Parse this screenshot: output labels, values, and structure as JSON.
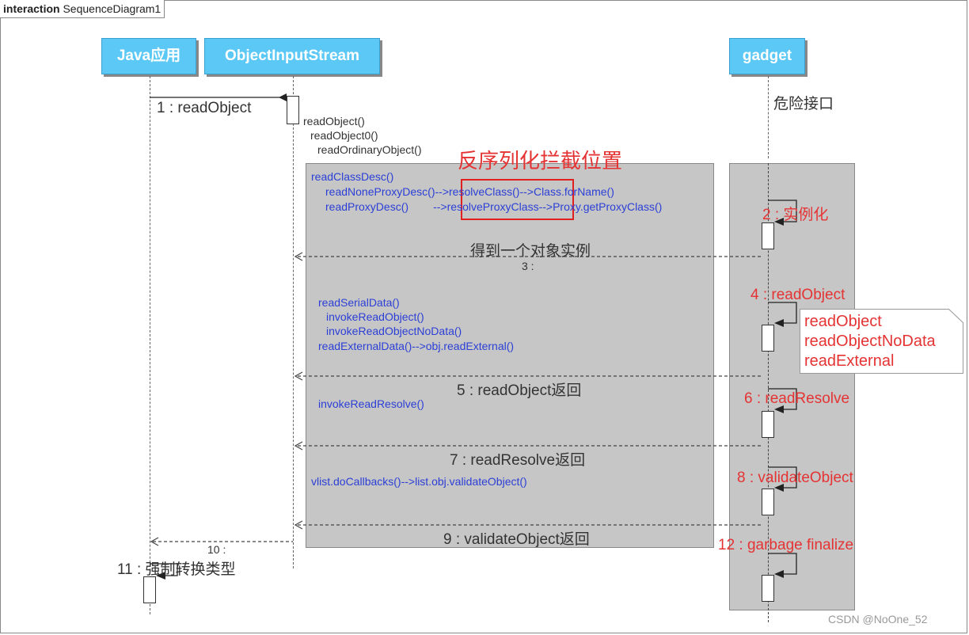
{
  "frame": {
    "keyword": "interaction",
    "name": "SequenceDiagram1"
  },
  "lifelines": {
    "java_app": "Java应用",
    "ois": "ObjectInputStream",
    "gadget": "gadget"
  },
  "gadget_caption": "危险接口",
  "messages": {
    "m1": "1 : readObject",
    "m2": "2 : 实例化",
    "m3_top": "得到一个对象实例",
    "m3": "3 :",
    "m4": "4 : readObject",
    "m5": "5 : readObject返回",
    "m6": "6 : readResolve",
    "m7": "7 : readResolve返回",
    "m8": "8 : validateObject",
    "m9": "9 : validateObject返回",
    "m10": "10 :",
    "m11": "11 : 强制转换类型",
    "m12": "12 : garbage finalize"
  },
  "ois_calls": [
    "readObject()",
    "readObject0()",
    "readOrdinaryObject()"
  ],
  "blue_calls": {
    "b1": "readClassDesc()",
    "b2": "readNoneProxyDesc()-->resolveClass()-->Class.forName()",
    "b3": "readProxyDesc()        -->resolveProxyClass-->Proxy.getProxyClass()",
    "b4": "readSerialData()",
    "b5": "invokeReadObject()",
    "b6": "invokeReadObjectNoData()",
    "b7": "readExternalData()-->obj.readExternal()",
    "b8": "invokeReadResolve()",
    "b9": "vlist.doCallbacks()-->list.obj.validateObject()"
  },
  "annotation": "反序列化拦截位置",
  "note": [
    "readObject",
    "readObjectNoData",
    "readExternal"
  ],
  "watermark": "CSDN @NoOne_52",
  "colors": {
    "lifeline_head": "#5bc8f5",
    "fragment": "#c6c6c6",
    "red": "#e53333",
    "blue": "#2b3fd6"
  }
}
